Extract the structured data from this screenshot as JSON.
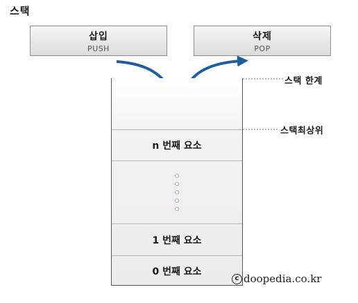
{
  "title": "스택",
  "operations": {
    "push": {
      "label": "삽입",
      "sublabel": "PUSH"
    },
    "pop": {
      "label": "삭제",
      "sublabel": "POP"
    }
  },
  "callouts": {
    "stack_limit": "스택 한계",
    "stack_top": "스택최상위"
  },
  "stack": {
    "elements": {
      "n": "n 번째 요소",
      "one": "1 번째 요소",
      "zero": "0 번째 요소"
    }
  },
  "copyright": {
    "symbol": "c",
    "text": "doopedia.co.kr"
  },
  "colors": {
    "arrow": "#1f5e9e",
    "dots": "#9db7d6"
  }
}
